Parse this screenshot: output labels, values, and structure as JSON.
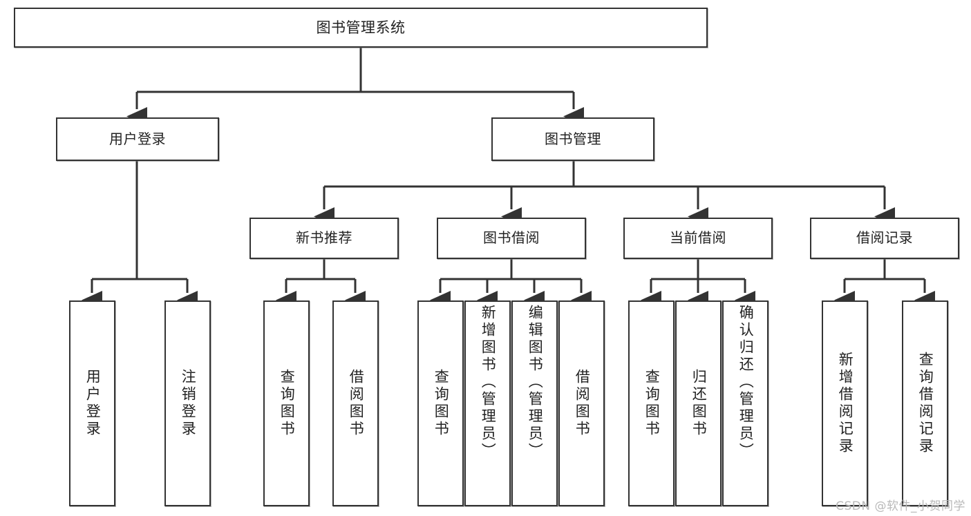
{
  "diagram": {
    "title": "图书管理系统",
    "type": "tree",
    "colors": {
      "box_border": "#333333",
      "box_fill": "#ffffff",
      "line": "#333333",
      "background": "#ffffff",
      "watermark": "#b9b9b9"
    },
    "levels": {
      "root": "图书管理系统",
      "level2": [
        "用户登录",
        "图书管理"
      ],
      "level3": [
        "新书推荐",
        "图书借阅",
        "当前借阅",
        "借阅记录"
      ]
    },
    "nodes": {
      "root": {
        "label": "图书管理系统"
      },
      "user_login": {
        "label": "用户登录"
      },
      "book_manage": {
        "label": "图书管理"
      },
      "new_book_rec": {
        "label": "新书推荐"
      },
      "book_borrow": {
        "label": "图书借阅"
      },
      "current_borrow": {
        "label": "当前借阅"
      },
      "borrow_record": {
        "label": "借阅记录"
      }
    },
    "leaves": {
      "user_login": [
        {
          "label": "用户登录"
        },
        {
          "label": "注销登录"
        }
      ],
      "new_book_rec": [
        {
          "label": "查询图书"
        },
        {
          "label": "借阅图书"
        }
      ],
      "book_borrow": [
        {
          "label": "查询图书"
        },
        {
          "label": "新增图书（管理员）"
        },
        {
          "label": "编辑图书（管理员）"
        },
        {
          "label": "借阅图书"
        }
      ],
      "current_borrow": [
        {
          "label": "查询图书"
        },
        {
          "label": "归还图书"
        },
        {
          "label": "确认归还（管理员）"
        }
      ],
      "borrow_record": [
        {
          "label": "新增借阅记录"
        },
        {
          "label": "查询借阅记录"
        }
      ]
    },
    "watermark": "CSDN @软件_小贺同学"
  }
}
